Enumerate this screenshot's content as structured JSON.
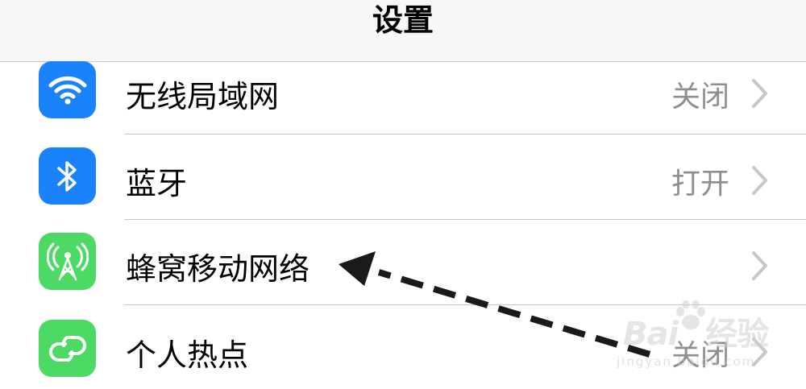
{
  "nav": {
    "title": "设置"
  },
  "rows": [
    {
      "label": "无线局域网",
      "value": "关闭",
      "icon": "wifi-icon"
    },
    {
      "label": "蓝牙",
      "value": "打开",
      "icon": "bluetooth-icon"
    },
    {
      "label": "蜂窝移动网络",
      "value": "",
      "icon": "cellular-icon"
    },
    {
      "label": "个人热点",
      "value": "关闭",
      "icon": "hotspot-icon"
    }
  ],
  "watermark": {
    "brand": "Bai",
    "brand_cn": "经验",
    "site": "jingyan.baidu.com"
  },
  "colors": {
    "accent_blue": "#1a82fb",
    "accent_green": "#4cd964",
    "secondary_text": "#8e8e93",
    "separator": "#c8c7cc",
    "nav_background": "#f7f7f7"
  }
}
